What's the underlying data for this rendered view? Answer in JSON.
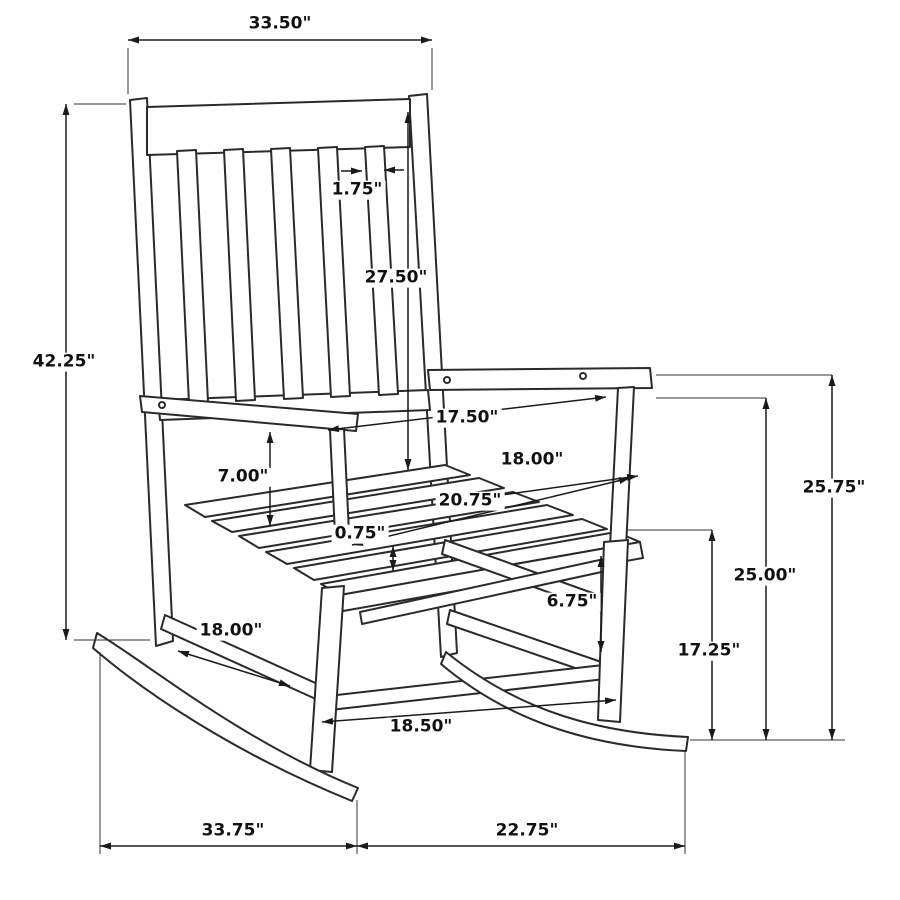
{
  "diagram": {
    "kind": "rocking-chair-dimension-drawing",
    "line_color": "#2a2a2a",
    "background": "#ffffff"
  },
  "dims": {
    "overall_width": "33.50\"",
    "overall_height": "42.25\"",
    "back_slat_width": "1.75\"",
    "seat_to_back_top": "27.50\"",
    "arm_front_span": "17.50\"",
    "seat_width": "18.00\"",
    "seat_depth": "20.75\"",
    "arm_to_seat_height": "7.00\"",
    "seat_slat_thickness": "0.75\"",
    "stretcher_spacing": "6.75\"",
    "side_stretcher_length": "18.00\"",
    "floor_to_seat_front": "17.25\"",
    "floor_to_arm_rear": "25.00\"",
    "floor_to_arm_top": "25.75\"",
    "front_stretcher_length": "18.50\"",
    "rocker_front_section": "33.75\"",
    "rocker_rear_section": "22.75\""
  }
}
